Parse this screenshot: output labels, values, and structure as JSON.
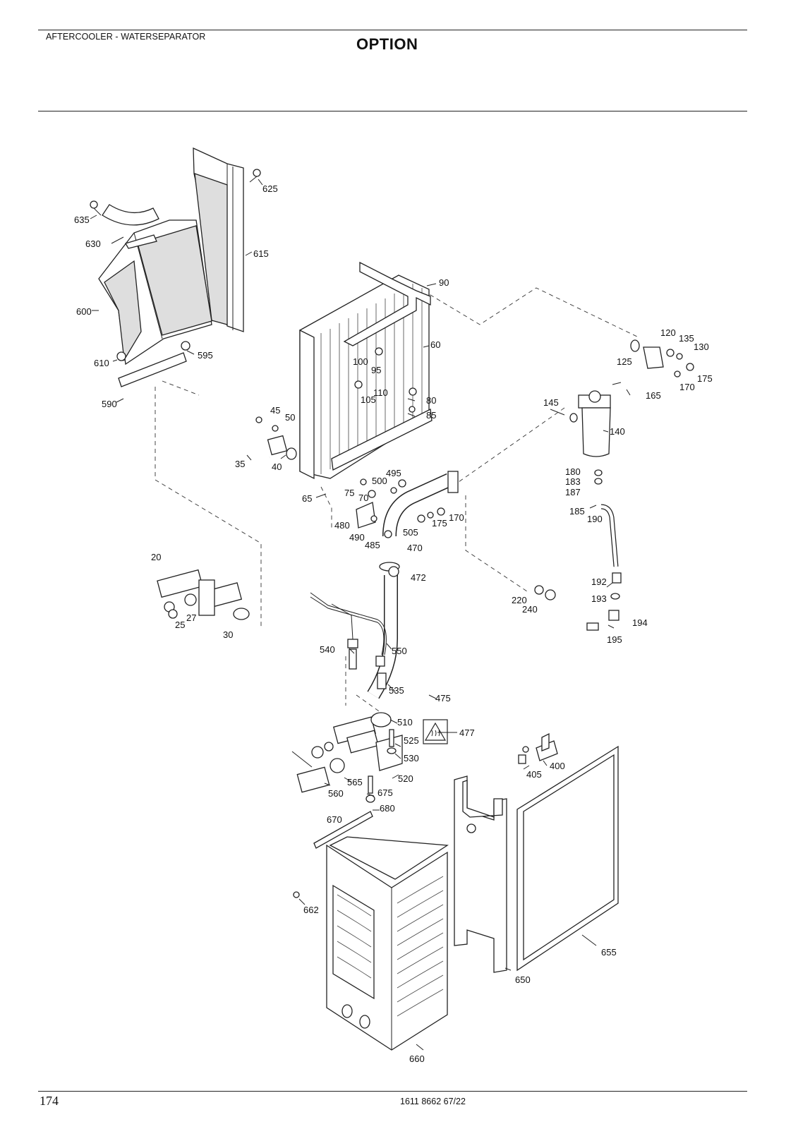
{
  "header": {
    "section_title": "AFTERCOOLER - WATERSEPARATOR",
    "option_label": "OPTION"
  },
  "footer": {
    "page_number": "174",
    "document_code": "1611 8662 67/22"
  },
  "drawing": {
    "callouts": [
      "625",
      "635",
      "630",
      "615",
      "600",
      "610",
      "595",
      "590",
      "90",
      "60",
      "100",
      "95",
      "110",
      "105",
      "80",
      "85",
      "45",
      "50",
      "35",
      "40",
      "65",
      "75",
      "70",
      "495",
      "500",
      "120",
      "135",
      "130",
      "125",
      "175",
      "170",
      "145",
      "165",
      "140",
      "180",
      "183",
      "187",
      "185",
      "190",
      "480",
      "490",
      "485",
      "505",
      "470",
      "472",
      "175",
      "170",
      "20",
      "27",
      "25",
      "30",
      "220",
      "240",
      "192",
      "193",
      "194",
      "195",
      "540",
      "550",
      "535",
      "475",
      "510",
      "525",
      "530",
      "520",
      "477",
      "565",
      "560",
      "675",
      "680",
      "670",
      "400",
      "405",
      "662",
      "650",
      "655",
      "660"
    ],
    "warning_symbol": "hot-surface-warning"
  }
}
